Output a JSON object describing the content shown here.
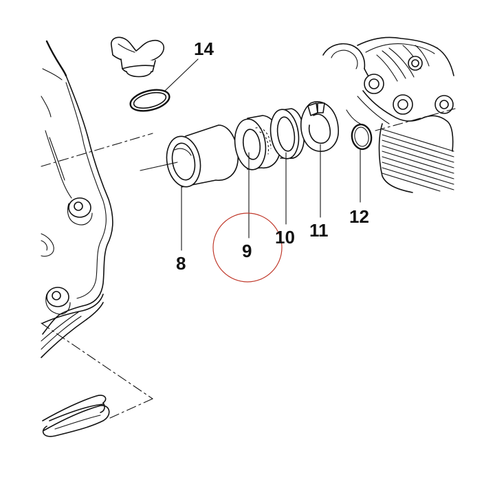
{
  "labels": {
    "p8": "8",
    "p9": "9",
    "p10": "10",
    "p11": "11",
    "p12": "12",
    "p14": "14"
  },
  "colors": {
    "line": "#111111",
    "highlight_circle": "#c0392b",
    "background": "#ffffff"
  }
}
